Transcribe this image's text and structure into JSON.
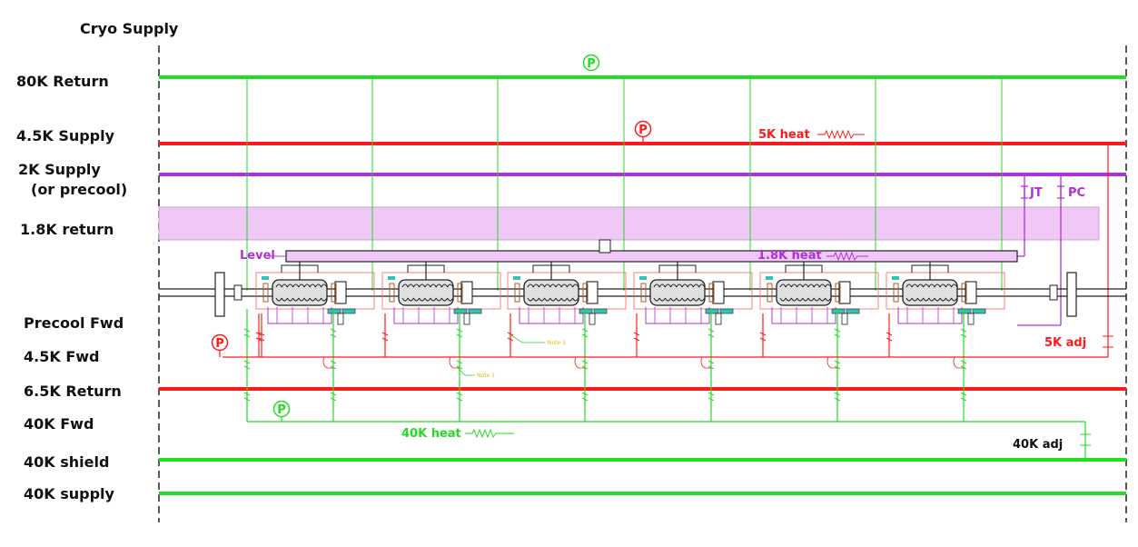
{
  "title": "Cryo Supply",
  "lines": [
    {
      "label": "80K Return",
      "color": "#22dd22"
    },
    {
      "label": "4.5K Supply",
      "color": "#ff1a1a"
    },
    {
      "label": "2K Supply",
      "label2": "(or precool)",
      "color": "#b030d8"
    },
    {
      "label": "1.8K return",
      "color": "#efc8f5"
    },
    {
      "label": "Precool Fwd",
      "color": "#b030d8"
    },
    {
      "label": "4.5K Fwd",
      "color": "#ff1a1a"
    },
    {
      "label": "6.5K Return",
      "color": "#ff1a1a"
    },
    {
      "label": "40K Fwd",
      "color": "#22dd22"
    },
    {
      "label": "40K shield",
      "color": "#22dd22"
    },
    {
      "label": "40K supply",
      "color": "#22dd22"
    }
  ],
  "annotations": {
    "heat_5k": "5K heat",
    "heat_18k": "1.8K heat",
    "heat_40k": "40K heat",
    "jt": "JT",
    "pc": "PC",
    "level": "Level",
    "adj_5k": "5K adj",
    "adj_40k": "40K adj",
    "note1": "Note 1",
    "note2": "Note 1",
    "pressure": "P"
  },
  "colors": {
    "green": "#22dd22",
    "red": "#ff1a1a",
    "purple": "#b030d8",
    "lilac": "#efc8f5",
    "cyan": "#2ec4b6",
    "brown": "#b05a1a",
    "yellow": "#d4c200"
  },
  "cavity_count": 6
}
